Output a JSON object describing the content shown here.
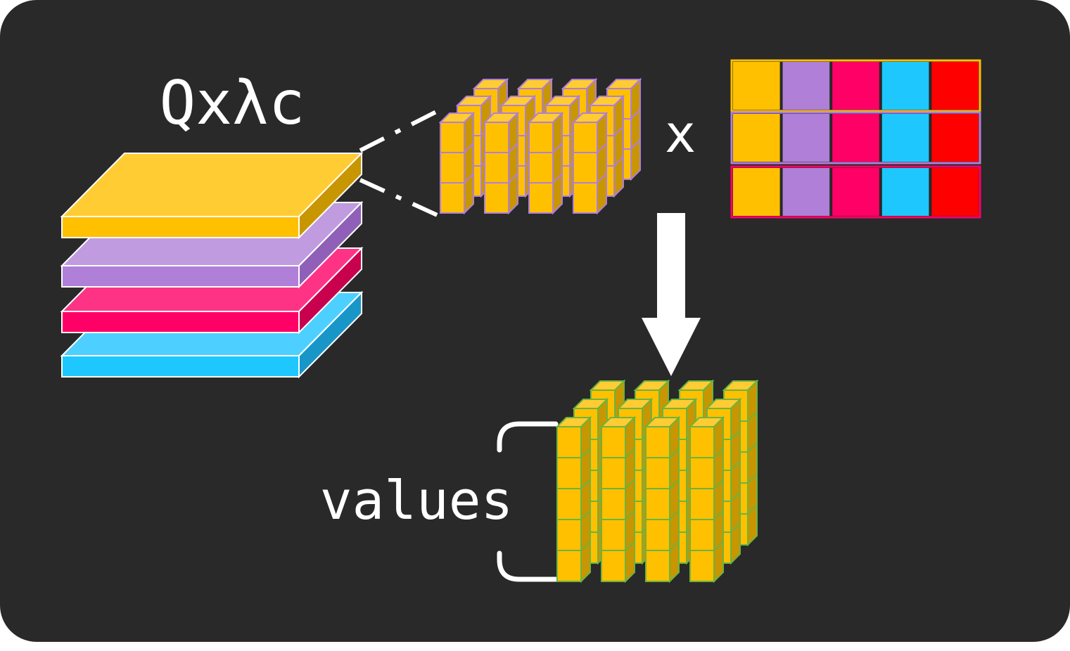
{
  "diagram": {
    "labels": {
      "query_label": "Qxλc",
      "multiply_label": "x",
      "values_label": "values"
    },
    "layers": [
      {
        "name": "gold",
        "top": "#FFCC33",
        "front": "#FFC000",
        "side": "#C89600"
      },
      {
        "name": "lavender",
        "top": "#C09BE0",
        "front": "#B07FD8",
        "side": "#9060B8"
      },
      {
        "name": "pink",
        "top": "#FF3385",
        "front": "#FF0066",
        "side": "#C8004E"
      },
      {
        "name": "sky",
        "top": "#4DD0FF",
        "front": "#1EC8FF",
        "side": "#1896C8"
      }
    ],
    "matrix": {
      "rows": 3,
      "cols": 5,
      "cell_colors": [
        "#FFC000",
        "#B07FD8",
        "#FF0066",
        "#1EC8FF",
        "#FF0000"
      ],
      "row_border_colors": [
        "#FFC000",
        "#B07FD8",
        "#FF0066"
      ]
    },
    "query_cube": {
      "stack_height": 3,
      "columns": 4,
      "depth": 3,
      "face": "#FFC000",
      "top": "#FFCC33",
      "side": "#C89600",
      "edge": "#B07FD8"
    },
    "values_cube": {
      "stack_height": 5,
      "columns": 4,
      "depth": 3,
      "face": "#FFC000",
      "top": "#FFCC33",
      "side": "#C89600",
      "edge": "#6DB33F"
    },
    "colors": {
      "panel": "#292929",
      "line": "#ffffff"
    }
  }
}
